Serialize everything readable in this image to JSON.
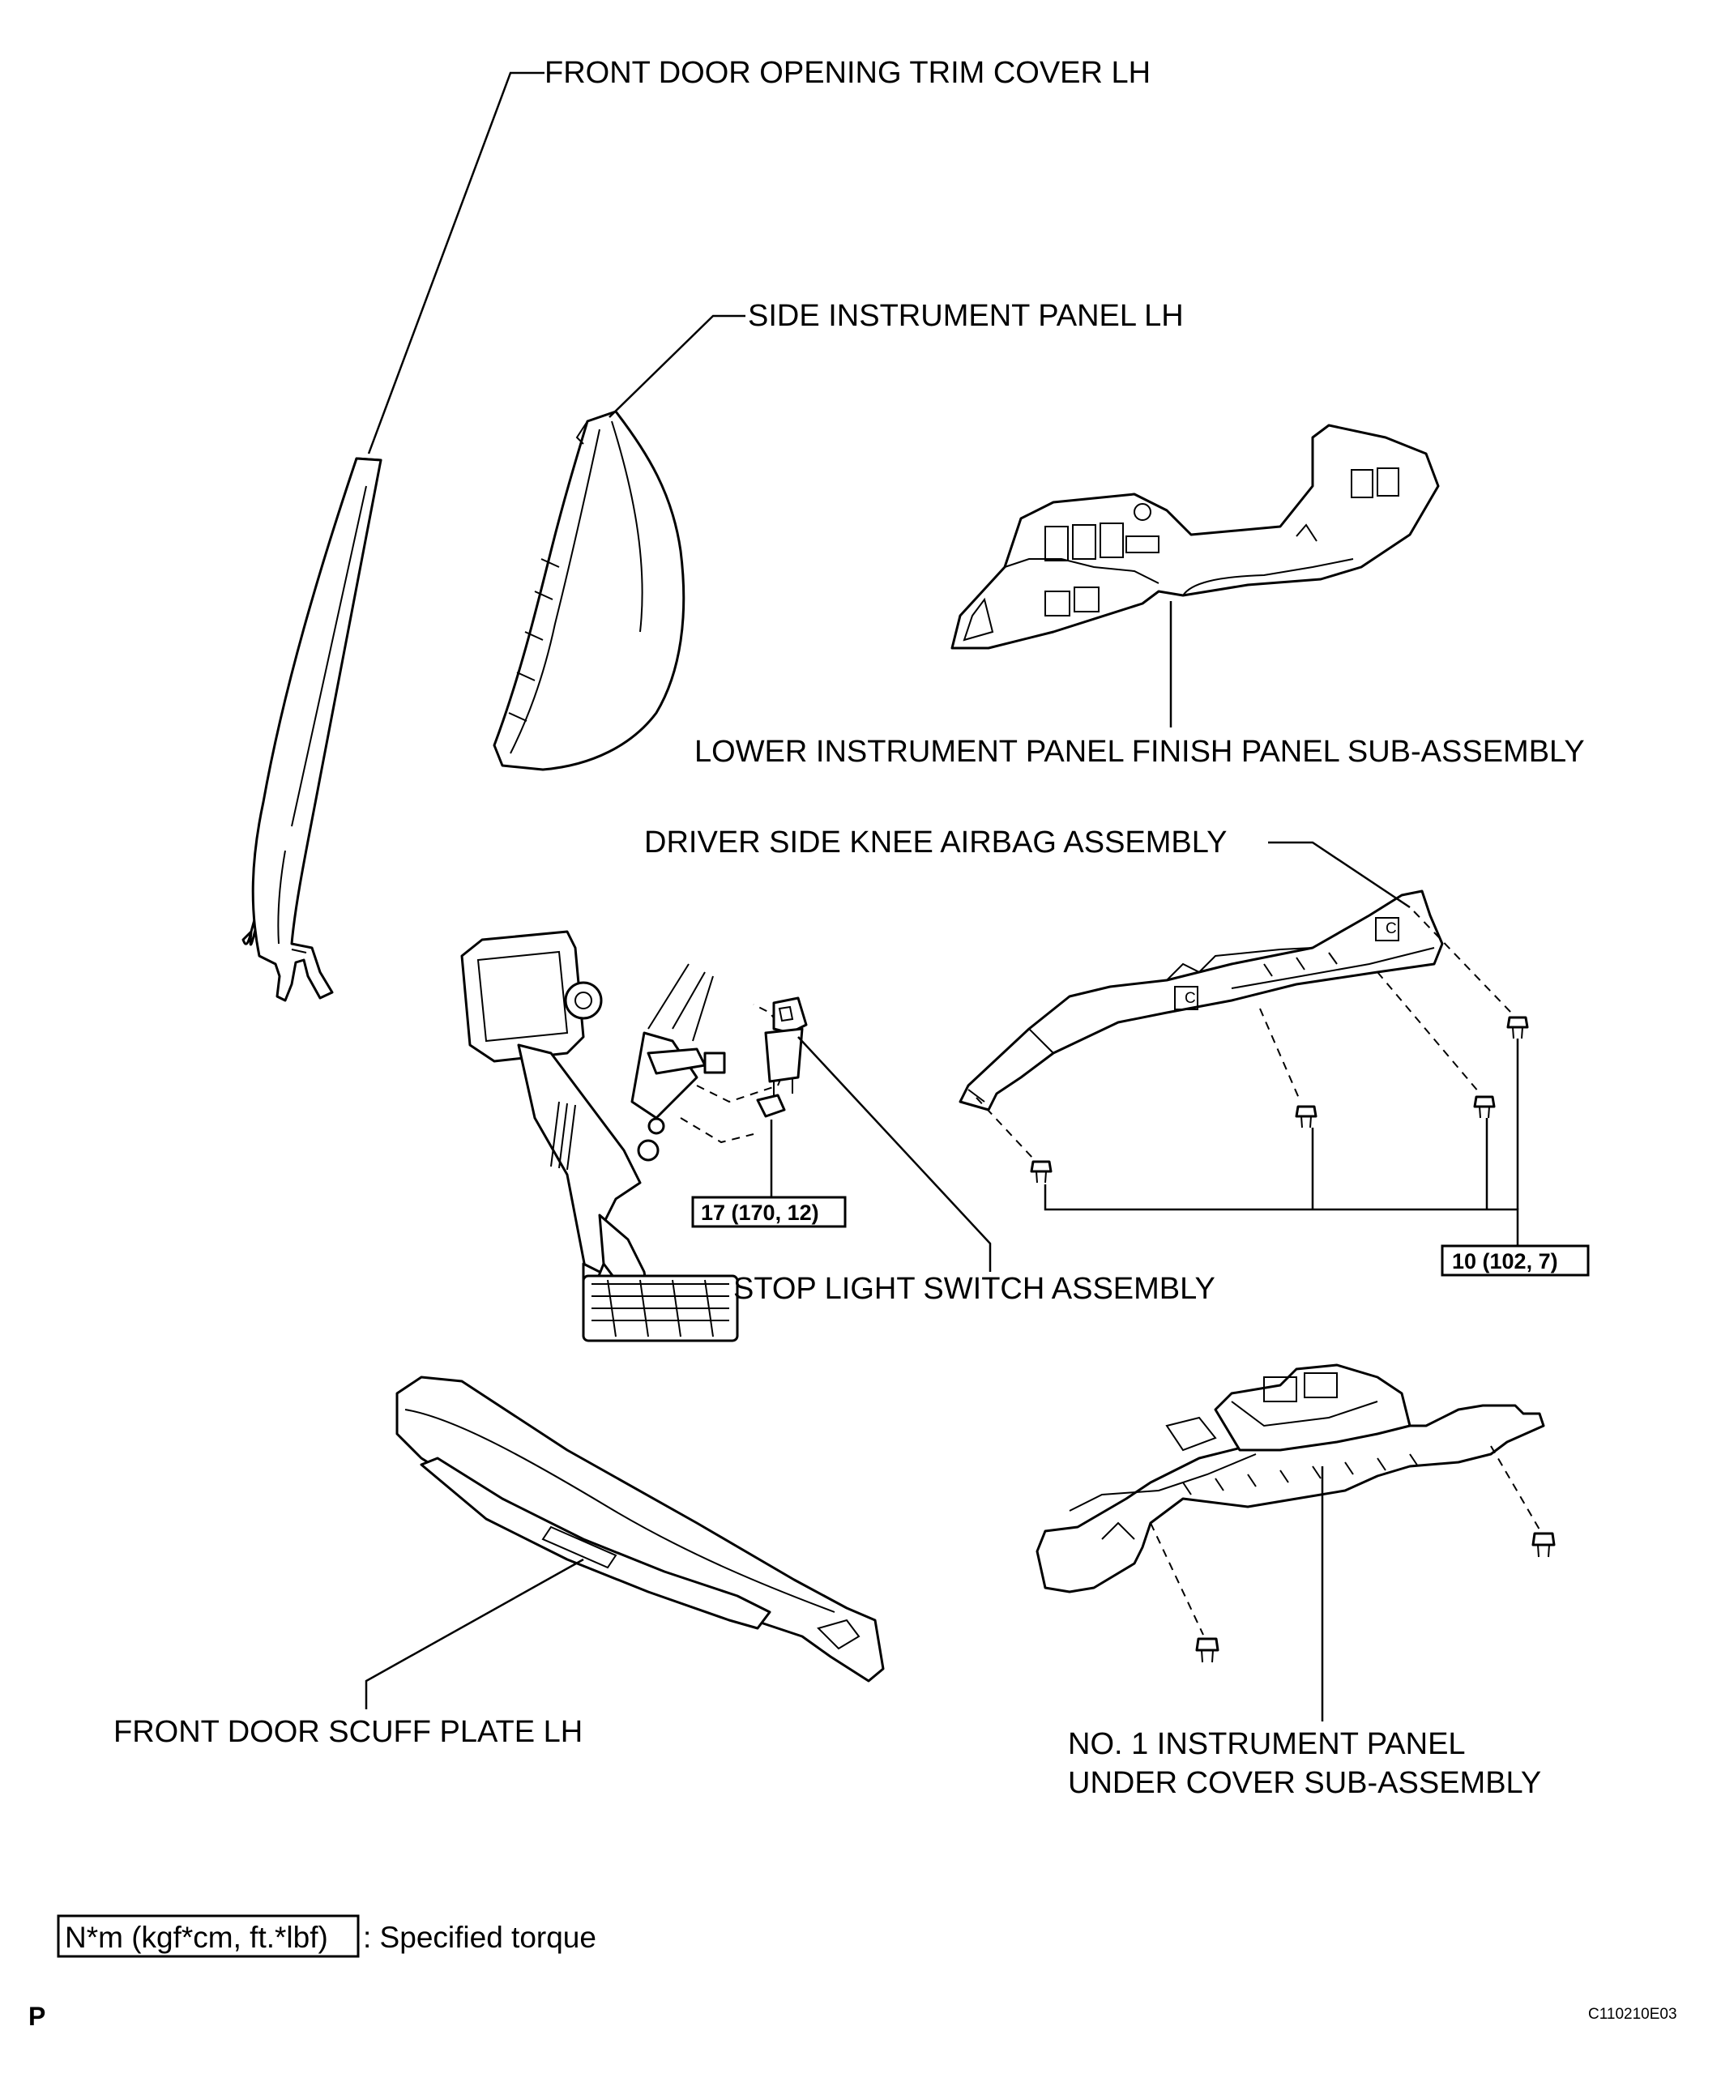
{
  "labels": {
    "trim_cover": "FRONT DOOR OPENING TRIM COVER LH",
    "side_panel": "SIDE INSTRUMENT PANEL LH",
    "lower_finish": "LOWER INSTRUMENT PANEL FINISH PANEL SUB-ASSEMBLY",
    "knee_airbag": "DRIVER SIDE KNEE AIRBAG ASSEMBLY",
    "stop_light": "STOP LIGHT SWITCH ASSEMBLY",
    "scuff_plate": "FRONT DOOR SCUFF PLATE LH",
    "under_cover_1": "NO. 1 INSTRUMENT PANEL",
    "under_cover_2": "UNDER COVER SUB-ASSEMBLY"
  },
  "torque": {
    "stop_light_nut": "17 (170, 12)",
    "airbag_bolts": "10 (102, 7)"
  },
  "legend": {
    "unit": "N*m (kgf*cm, ft.*lbf)",
    "text": ": Specified torque"
  },
  "footer": {
    "section": "P",
    "code": "C110210E03"
  }
}
